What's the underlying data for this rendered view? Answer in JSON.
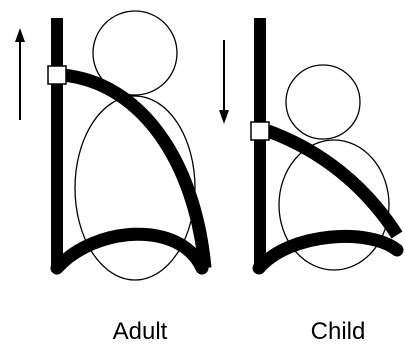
{
  "labels": {
    "adult": "Adult",
    "child": "Child"
  },
  "figures": [
    {
      "id": "adult",
      "arrow_direction": "up"
    },
    {
      "id": "child",
      "arrow_direction": "down"
    }
  ],
  "colors": {
    "stroke": "#000000",
    "background": "#ffffff"
  }
}
